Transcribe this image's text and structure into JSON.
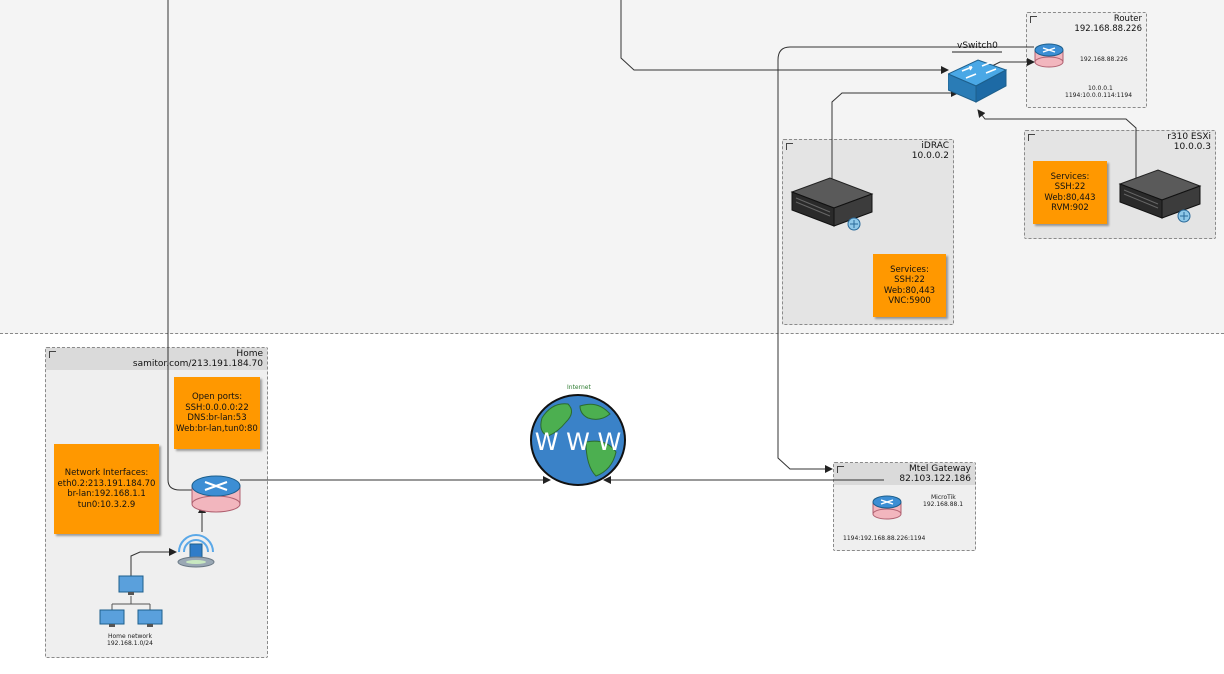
{
  "vswitch": {
    "label": "vSwitch0"
  },
  "router": {
    "title": "Router",
    "ip": "192.168.88.226",
    "device_ip": "192.168.88.226",
    "line1": "10.0.0.1",
    "line2": "1194:10.0.0.114:1194"
  },
  "idrac": {
    "title": "iDRAC",
    "ip": "10.0.0.2",
    "services": [
      "Services:",
      "SSH:22",
      "Web:80,443",
      "VNC:5900"
    ]
  },
  "esxi": {
    "title": "r310 ESXi",
    "ip": "10.0.0.3",
    "services": [
      "Services:",
      "SSH:22",
      "Web:80,443",
      "RVM:902"
    ]
  },
  "home": {
    "title": "Home",
    "host": "samitor.com/213.191.184.70",
    "open_ports": [
      "Open ports:",
      "SSH:0.0.0.0:22",
      "DNS:br-lan:53",
      "Web:br-lan,tun0:80"
    ],
    "interfaces": [
      "Network Interfaces:",
      "eth0.2:213.191.184.70",
      "br-lan:192.168.1.1",
      "tun0:10.3.2.9"
    ],
    "network_label": "Home network",
    "network_subnet": "192.168.1.0/24"
  },
  "internet": {
    "label": "Internet",
    "www": "W W W"
  },
  "gateway": {
    "title": "Mtel Gateway",
    "ip": "82.103.122.186",
    "device": "MicroTik",
    "device_ip": "192.168.88.1",
    "forward": "1194:192.168.88.226:1194"
  },
  "colors": {
    "note": "#ff9800",
    "zone_top": "#f4f4f4",
    "group": "#e4e4e4"
  }
}
